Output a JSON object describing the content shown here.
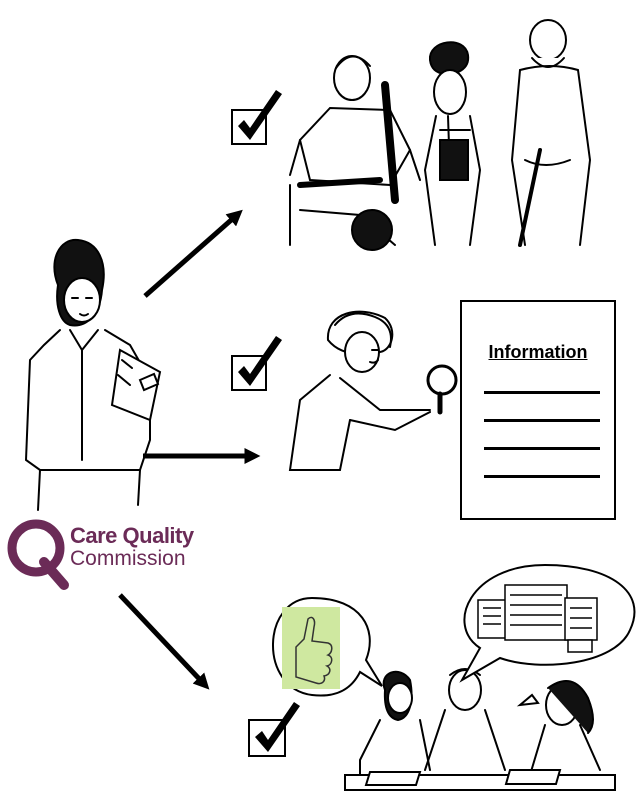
{
  "information_sheet": {
    "title": "Information"
  },
  "logo": {
    "line1": "Care Quality",
    "line2": "Commission"
  },
  "colors": {
    "brand_purple": "#6b2b57",
    "thumb_card": "#cfe8a0"
  }
}
